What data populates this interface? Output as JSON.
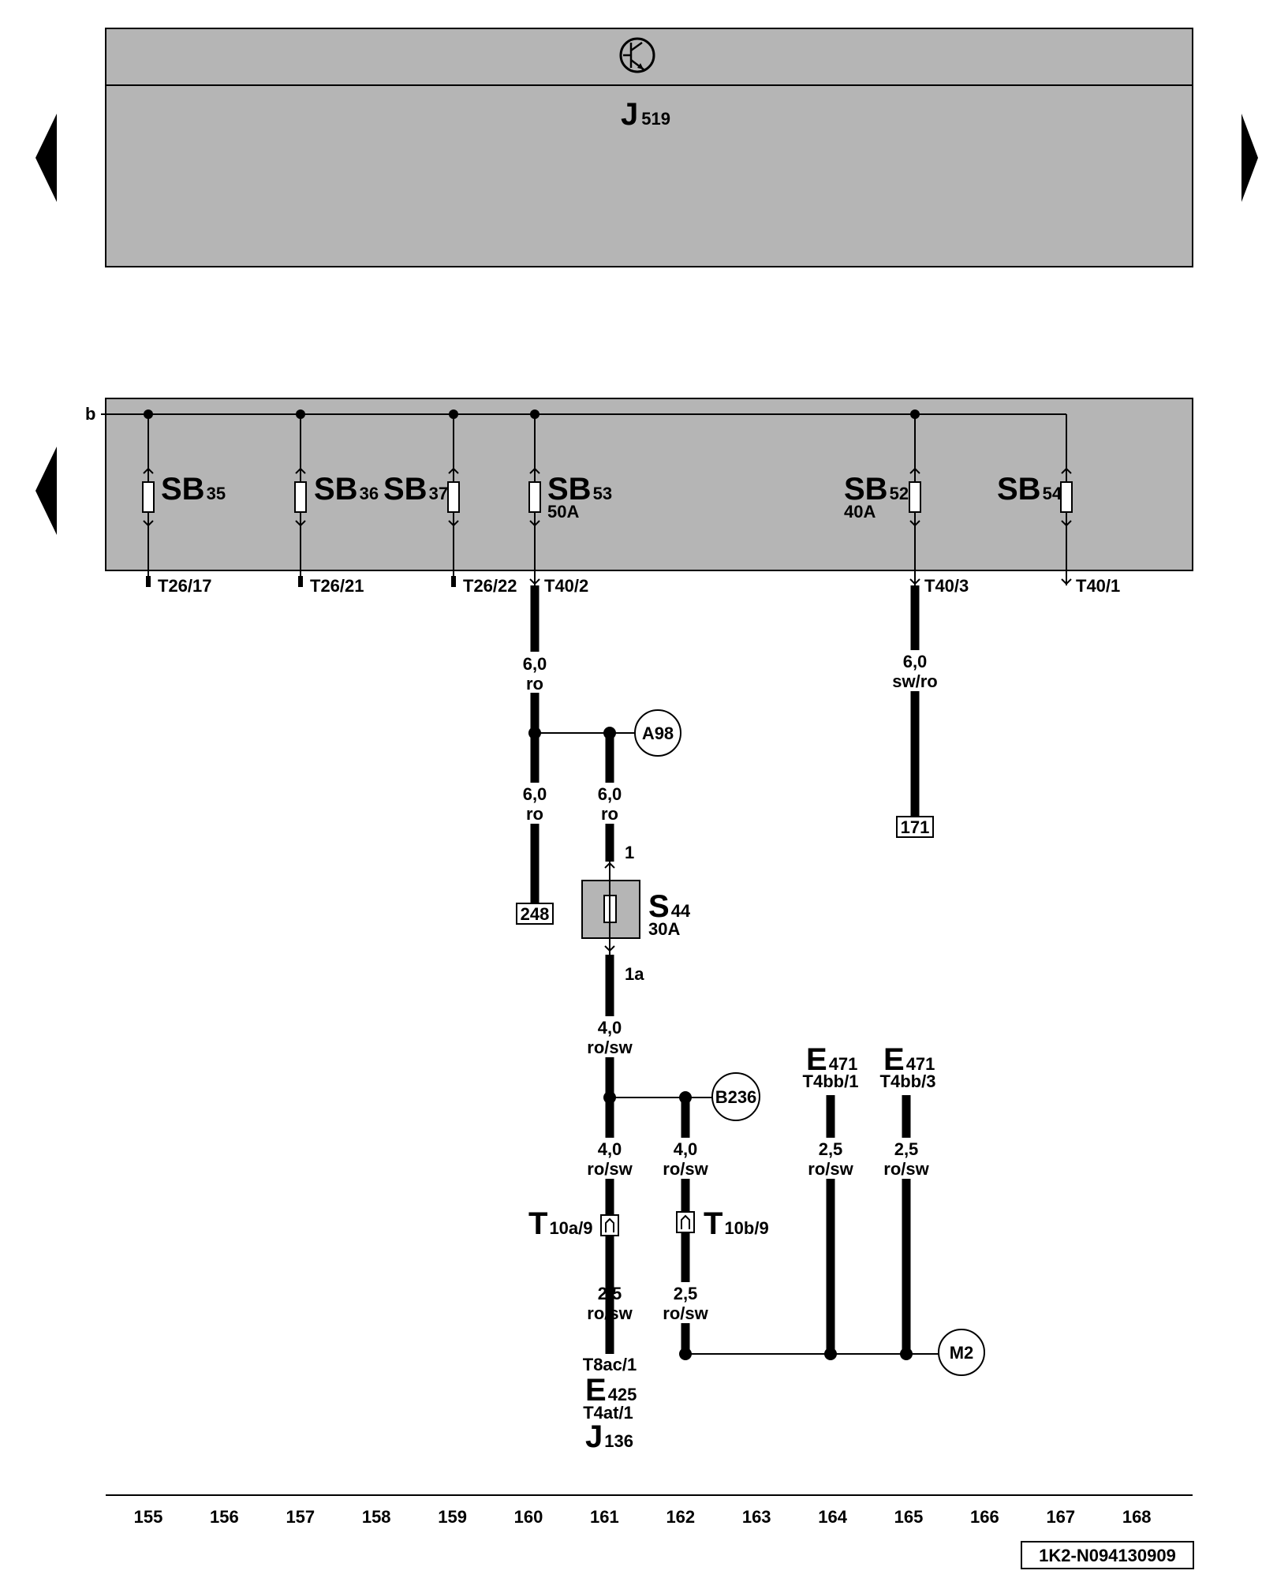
{
  "top_module": {
    "name": "J",
    "sub": "519"
  },
  "rail": {
    "label": "b"
  },
  "fuses": [
    {
      "name": "SB",
      "sub": "35",
      "rating": "",
      "pin": "T26/17"
    },
    {
      "name": "SB",
      "sub": "36",
      "rating": "",
      "pin": "T26/21"
    },
    {
      "name": "SB",
      "sub": "37",
      "rating": "",
      "pin": "T26/22"
    },
    {
      "name": "SB",
      "sub": "53",
      "rating": "50A",
      "pin": "T40/2"
    },
    {
      "name": "SB",
      "sub": "52",
      "rating": "40A",
      "pin": "T40/3"
    },
    {
      "name": "SB",
      "sub": "54",
      "rating": "",
      "pin": "T40/1"
    }
  ],
  "wires": {
    "w_t40_2": {
      "size": "6,0",
      "color": "ro"
    },
    "w_t40_3": {
      "size": "6,0",
      "color": "sw/ro"
    },
    "w_to248": {
      "size": "6,0",
      "color": "ro"
    },
    "w_to_s44": {
      "size": "6,0",
      "color": "ro"
    },
    "w_from_s44": {
      "size": "4,0",
      "color": "ro/sw"
    },
    "w_t10a_upper": {
      "size": "4,0",
      "color": "ro/sw"
    },
    "w_t10b_upper": {
      "size": "4,0",
      "color": "ro/sw"
    },
    "w_t10a_lower": {
      "size": "2,5",
      "color": "ro/sw"
    },
    "w_t10b_lower": {
      "size": "2,5",
      "color": "ro/sw"
    },
    "w_e471_1": {
      "size": "2,5",
      "color": "ro/sw"
    },
    "w_e471_3": {
      "size": "2,5",
      "color": "ro/sw"
    }
  },
  "refs": {
    "r171": "171",
    "r248": "248"
  },
  "circles": {
    "a98": "A98",
    "b236": "B236",
    "m2": "M2"
  },
  "s44": {
    "name": "S",
    "sub": "44",
    "rating": "30A",
    "pin_in": "1",
    "pin_out": "1a"
  },
  "connectors": {
    "t10a": {
      "name": "T",
      "sub": "10a/9"
    },
    "t10b": {
      "name": "T",
      "sub": "10b/9"
    }
  },
  "e471_a": {
    "name": "E",
    "sub": "471",
    "pin": "T4bb/1"
  },
  "e471_b": {
    "name": "E",
    "sub": "471",
    "pin": "T4bb/3"
  },
  "bottom_labels": {
    "t8ac": "T8ac/1",
    "e425": {
      "name": "E",
      "sub": "425"
    },
    "t4at": "T4at/1",
    "j136": {
      "name": "J",
      "sub": "136"
    }
  },
  "scale": [
    "155",
    "156",
    "157",
    "158",
    "159",
    "160",
    "161",
    "162",
    "163",
    "164",
    "165",
    "166",
    "167",
    "168"
  ],
  "doc_id": "1K2-N094130909"
}
